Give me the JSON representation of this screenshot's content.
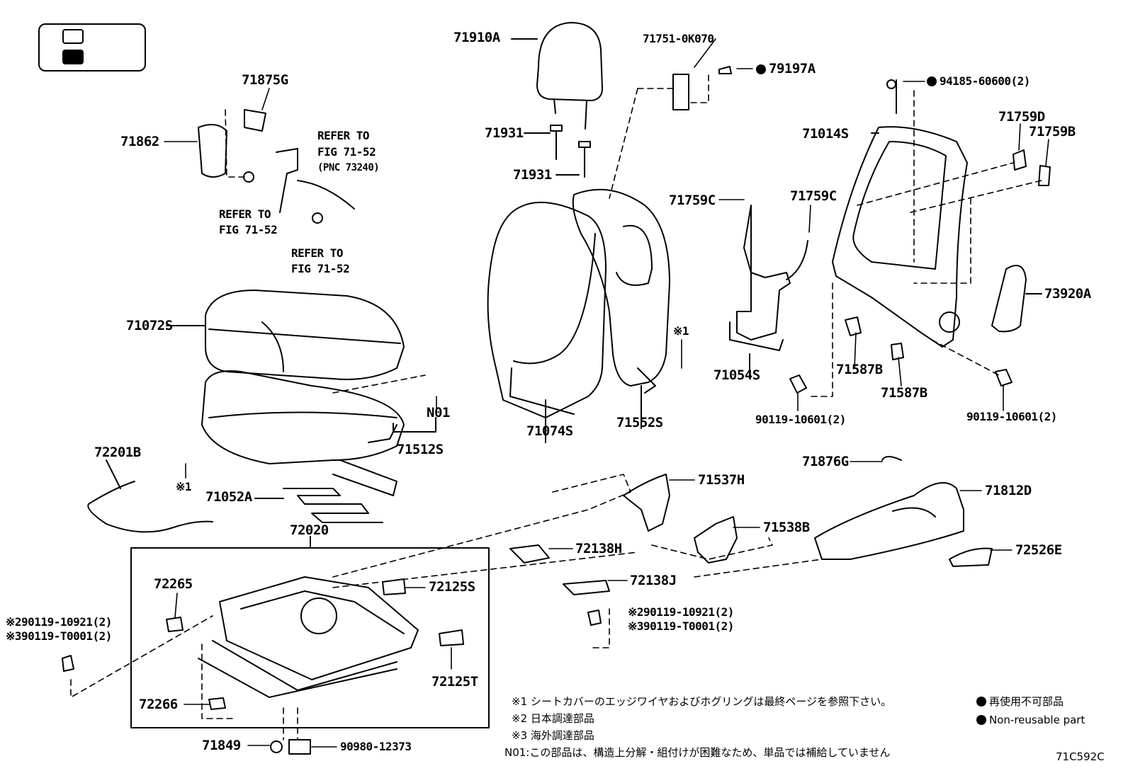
{
  "labels": {
    "l71910A": "71910A",
    "l71751": "71751-0K070",
    "l79197A": "79197A",
    "l94185": "94185-60600(2)",
    "l71875G": "71875G",
    "l71862": "71862",
    "refer1": "REFER TO",
    "fig1": "FIG 71-52",
    "pnc": "(PNC 73240)",
    "refer2": "REFER TO",
    "fig2": "FIG 71-52",
    "refer3": "REFER TO",
    "fig3": "FIG 71-52",
    "l71931a": "71931",
    "l71931b": "71931",
    "l71014S": "71014S",
    "l71759D": "71759D",
    "l71759B": "71759B",
    "l71759Ca": "71759C",
    "l71759Cb": "71759C",
    "l71072S": "71072S",
    "l73920A": "73920A",
    "note1mark": "※1",
    "l71054S": "71054S",
    "l71587Ba": "71587B",
    "l71587Bb": "71587B",
    "l71074S": "71074S",
    "l71552S": "71552S",
    "lN01": "N01",
    "l71512S": "71512S",
    "l90119a": "90119-10601(2)",
    "l90119b": "90119-10601(2)",
    "l72201B": "72201B",
    "ref1": "※1",
    "l71876G": "71876G",
    "l71812D": "71812D",
    "l71052A": "71052A",
    "l71537H": "71537H",
    "l72020": "72020",
    "l71538B": "71538B",
    "l72138H": "72138H",
    "l72526E": "72526E",
    "l72265": "72265",
    "l72125S": "72125S",
    "l72138J": "72138J",
    "l290119b": "※290119-10921(2)",
    "l390119b": "※390119-T0001(2)",
    "l290119a": "※290119-10921(2)",
    "l390119a": "※390119-T0001(2)",
    "l72125T": "72125T",
    "l72266": "72266",
    "l71849": "71849",
    "l90980": "90980-12373"
  },
  "notes": {
    "n1": "※1 シートカバーのエッジワイヤおよびホグリングは最終ページを参照下さい。",
    "n2": "※2 日本調達部品",
    "n3": "※3 海外調達部品",
    "n4": "N01:この部品は、構造上分解・組付けが困難なため、単品では補給していません"
  },
  "legend": {
    "nonreusable_jp": "再使用不可部品",
    "nonreusable_en": "Non-reusable part"
  },
  "figure_id": "71C592C"
}
